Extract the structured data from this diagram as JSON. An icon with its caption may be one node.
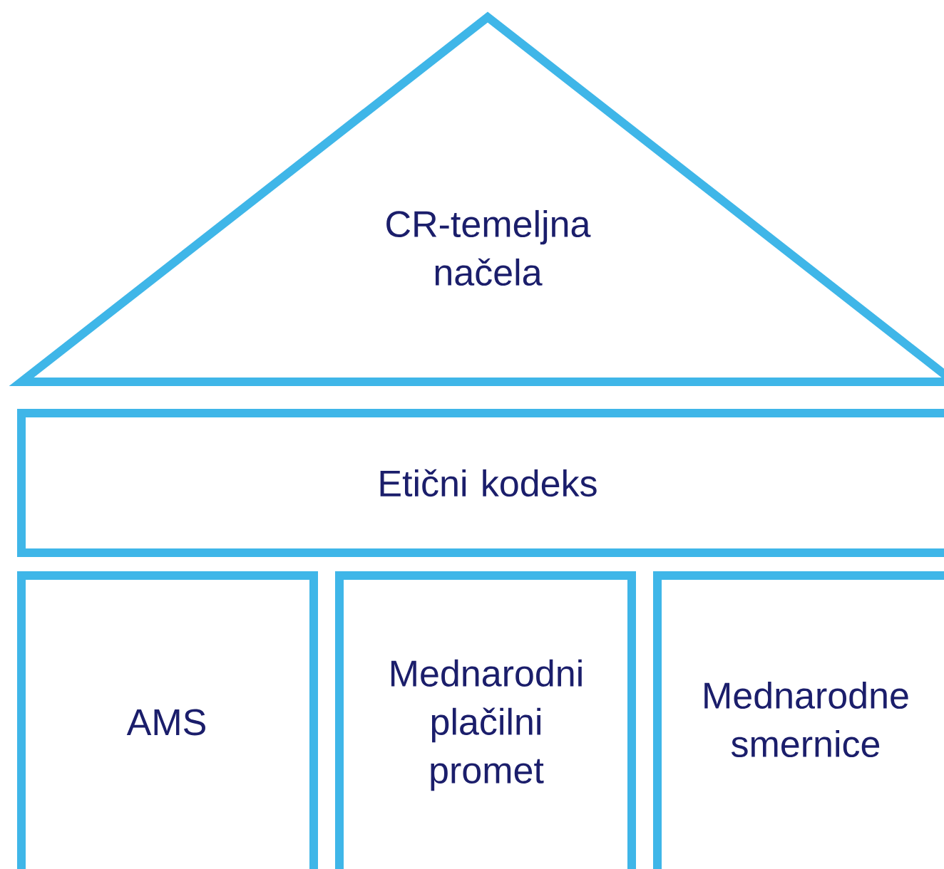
{
  "diagram": {
    "nodes": [
      {
        "text": [
          "CR-temeljna načela"
        ]
      },
      {
        "text": [
          "Etični kodeks"
        ]
      },
      {
        "text": [
          "AMS"
        ]
      },
      {
        "text": [
          "Mednarodni plačilni promet"
        ]
      },
      {
        "text": [
          "Mednarodne smernice"
        ]
      }
    ]
  }
}
